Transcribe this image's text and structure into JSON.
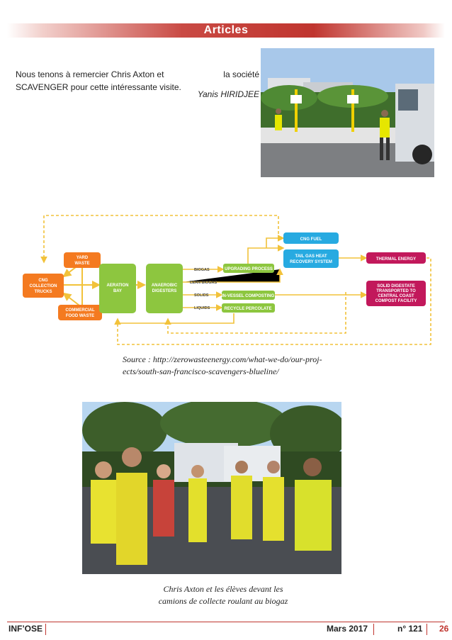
{
  "header": {
    "title": "Articles"
  },
  "intro": {
    "line1_left": "Nous tenons à remercier Chris Axton et",
    "line1_right": "la société",
    "line2": "SCAVENGER pour cette intéressante visite.",
    "signature": "Yanis HIRIDJEE"
  },
  "diagram": {
    "boxes": {
      "yard_waste": [
        "YARD",
        "WASTE"
      ],
      "cng_trucks": [
        "CNG",
        "COLLECTION",
        "TRUCKS"
      ],
      "food_waste": [
        "COMMERCIAL",
        "FOOD WASTE"
      ],
      "aeration_bay": [
        "AERATION",
        "BAY"
      ],
      "anaerobic_digesters": [
        "ANAEROBIC",
        "DIGESTERS"
      ],
      "upgrading_process": "UPGRADING PROCESS",
      "in_vessel_composting": "IN-VESSEL COMPOSTING",
      "recycle_percolate": "RECYCLE PERCOLATE",
      "cng_fuel": "CNG FUEL",
      "tail_gas": [
        "TAIL GAS HEAT",
        "RECOVERY SYSTEM"
      ],
      "thermal_energy": "THERMAL ENERGY",
      "solid_digestate": [
        "SOLID DIGESTATE",
        "TRANSPORTED TO",
        "CENTRAL COAST",
        "COMPOST FACILITY"
      ]
    },
    "labels": {
      "biogas": "BIOGAS",
      "lean_biogas": "LEAN BIOGAS",
      "solids": "SOLIDS",
      "liquids": "LIQUIDS"
    },
    "colors": {
      "orange": "#f47a20",
      "green": "#8dc63f",
      "blue": "#27aae1",
      "magenta": "#c2185b",
      "arrow": "#f2c23a"
    }
  },
  "source_caption": {
    "line1": "Source : http://zerowasteenergy.com/what-we-do/our-proj-",
    "line2": "ects/south-san-francisco-scavengers-blueline/"
  },
  "photo_caption": {
    "line1": "Chris Axton et les élèves devant les",
    "line2": "camions de collecte roulant au biogaz"
  },
  "footer": {
    "magazine": "INF’OSE",
    "date": "Mars  2017",
    "issue": "n° 121",
    "page": "26"
  }
}
